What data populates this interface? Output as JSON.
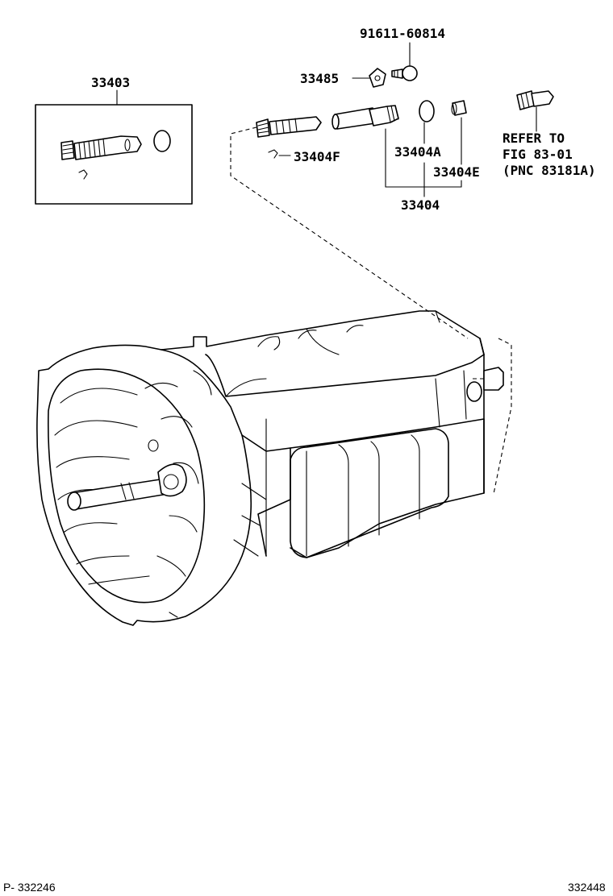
{
  "labels": {
    "bolt": "91611-60814",
    "plate": "33485",
    "assy_box": "33403",
    "clip_f": "33404F",
    "oring_a": "33404A",
    "seal_e": "33404E",
    "assy_main": "33404"
  },
  "refer": {
    "line1": "REFER TO",
    "line2": "FIG 83-01",
    "line3": "(PNC 83181A)"
  },
  "footer": {
    "left": "P- 332246",
    "right": "332448"
  }
}
